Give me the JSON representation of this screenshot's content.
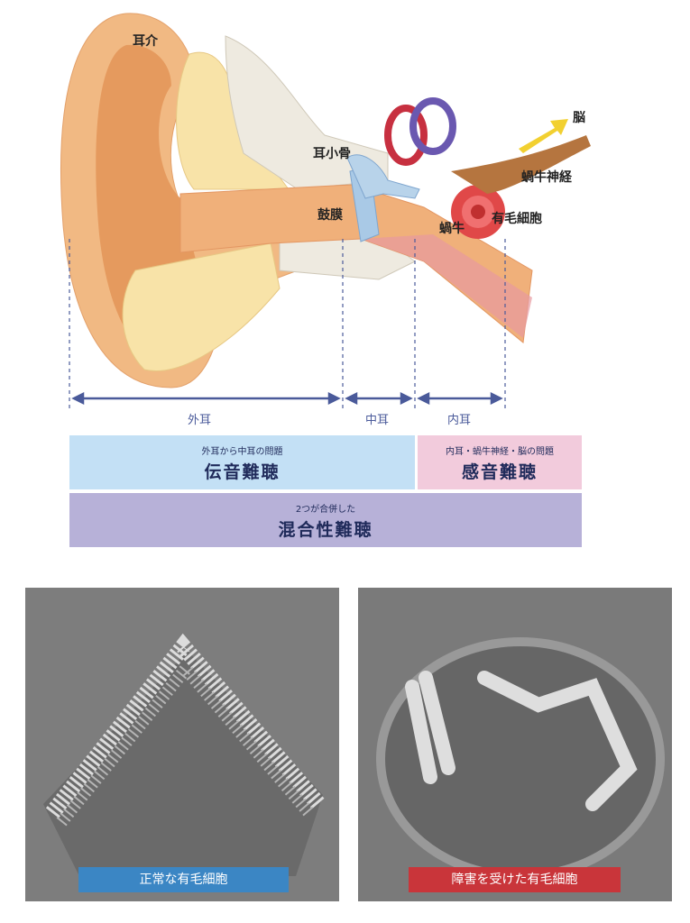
{
  "labels": {
    "auricle": "耳介",
    "ossicles": "耳小骨",
    "eardrum": "鼓膜",
    "cochlea": "蝸牛",
    "hair_cells": "有毛細胞",
    "cochlear_nerve": "蝸牛神経",
    "brain": "脳"
  },
  "zones": {
    "outer": "外耳",
    "middle": "中耳",
    "inner": "内耳"
  },
  "categories": {
    "conductive": {
      "sub": "外耳から中耳の問題",
      "main": "伝音難聴"
    },
    "sensorineural": {
      "sub": "内耳・蝸牛神経・脳の問題",
      "main": "感音難聴"
    },
    "mixed": {
      "sub": "2つが合併した",
      "main": "混合性難聴"
    }
  },
  "photos": {
    "normal": "正常な有毛細胞",
    "damaged": "障害を受けた有毛細胞"
  },
  "colors": {
    "conductive_bg": "#c3e0f5",
    "sensorineural_bg": "#f2cbdc",
    "mixed_bg": "#b7b1d8",
    "normal_caption": "#3b86c4",
    "damaged_caption": "#c9353a",
    "guide": "#4a5a9a"
  }
}
